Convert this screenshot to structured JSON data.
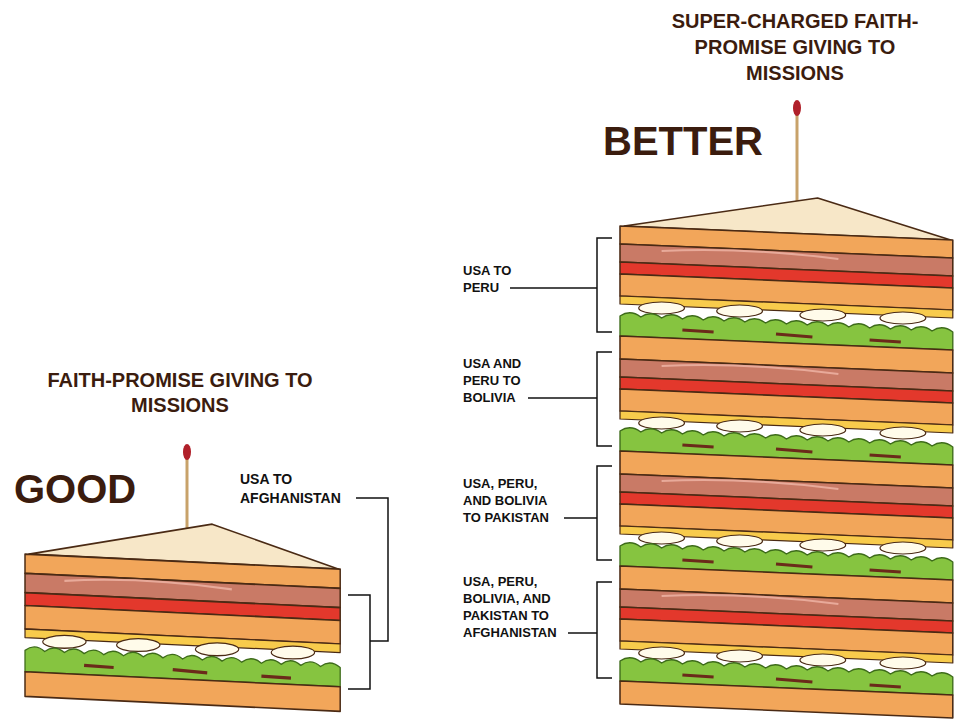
{
  "diagram": {
    "labels": [
      "FAITH-PROMISE GIVING TO MISSIONS",
      "GOOD",
      "USA TO AFGHANISTAN",
      "SUPER-CHARGED FAITH-PROMISE GIVING TO MISSIONS",
      "BETTER",
      "USA TO PERU",
      "USA AND PERU TO BOLIVIA",
      "USA, PERU, AND BOLIVIA TO PAKISTAN",
      "USA, PERU, BOLIVIA, AND PAKISTAN TO AFGHANISTAN"
    ]
  }
}
